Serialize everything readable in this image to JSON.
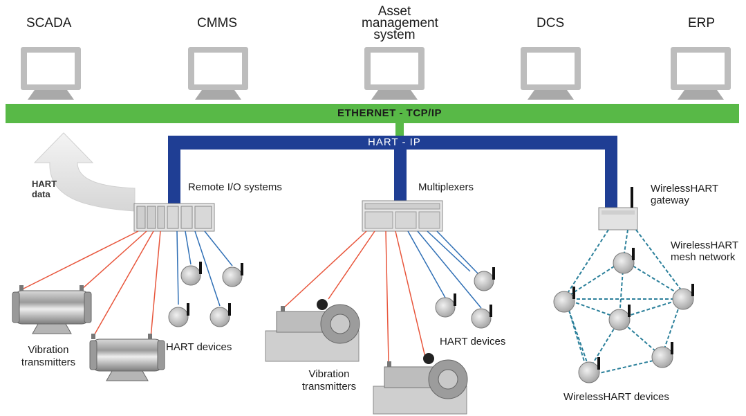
{
  "systems": [
    {
      "id": "scada",
      "label": "SCADA"
    },
    {
      "id": "cmms",
      "label": "CMMS"
    },
    {
      "id": "asset",
      "label": "Asset\nmanagement\nsystem"
    },
    {
      "id": "dcs",
      "label": "DCS"
    },
    {
      "id": "erp",
      "label": "ERP"
    }
  ],
  "ethernet_label": "ETHERNET - TCP/IP",
  "hart_ip_label": "HART - IP",
  "hart_data_label": "HART\ndata",
  "remote_io_label": "Remote I/O systems",
  "multiplexers_label": "Multiplexers",
  "gateway_label": "WirelessHART\ngateway",
  "mesh_label": "WirelessHART\nmesh network",
  "vibration_label_1": "Vibration\ntransmitters",
  "hart_devices_label_1": "HART devices",
  "vibration_label_2": "Vibration\ntransmitters",
  "hart_devices_label_2": "HART devices",
  "wireless_devices_label": "WirelessHART devices",
  "colors": {
    "ethernet": "#58b947",
    "hart_ip": "#1f3e94",
    "wired_red": "#e8553b",
    "wired_blue": "#2f6fb5",
    "mesh": "#2a7f9a",
    "monitor": "#b8b8b8"
  }
}
